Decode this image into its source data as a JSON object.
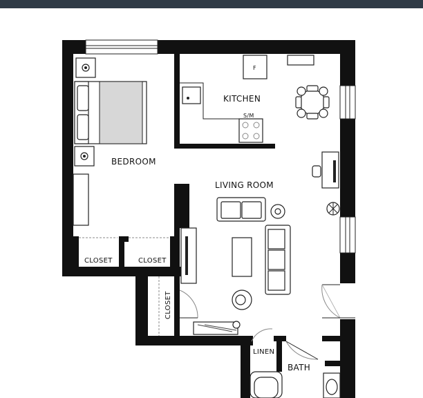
{
  "rooms": {
    "kitchen": "KITCHEN",
    "bedroom": "BEDROOM",
    "living_room": "LIVING ROOM",
    "bath": "BATH",
    "linen": "LINEN",
    "closet_left": "CLOSET",
    "closet_right": "CLOSET",
    "closet_vertical": "CLOSET"
  },
  "appliance_labels": {
    "fridge": "F",
    "stove_sink": "S/M"
  }
}
